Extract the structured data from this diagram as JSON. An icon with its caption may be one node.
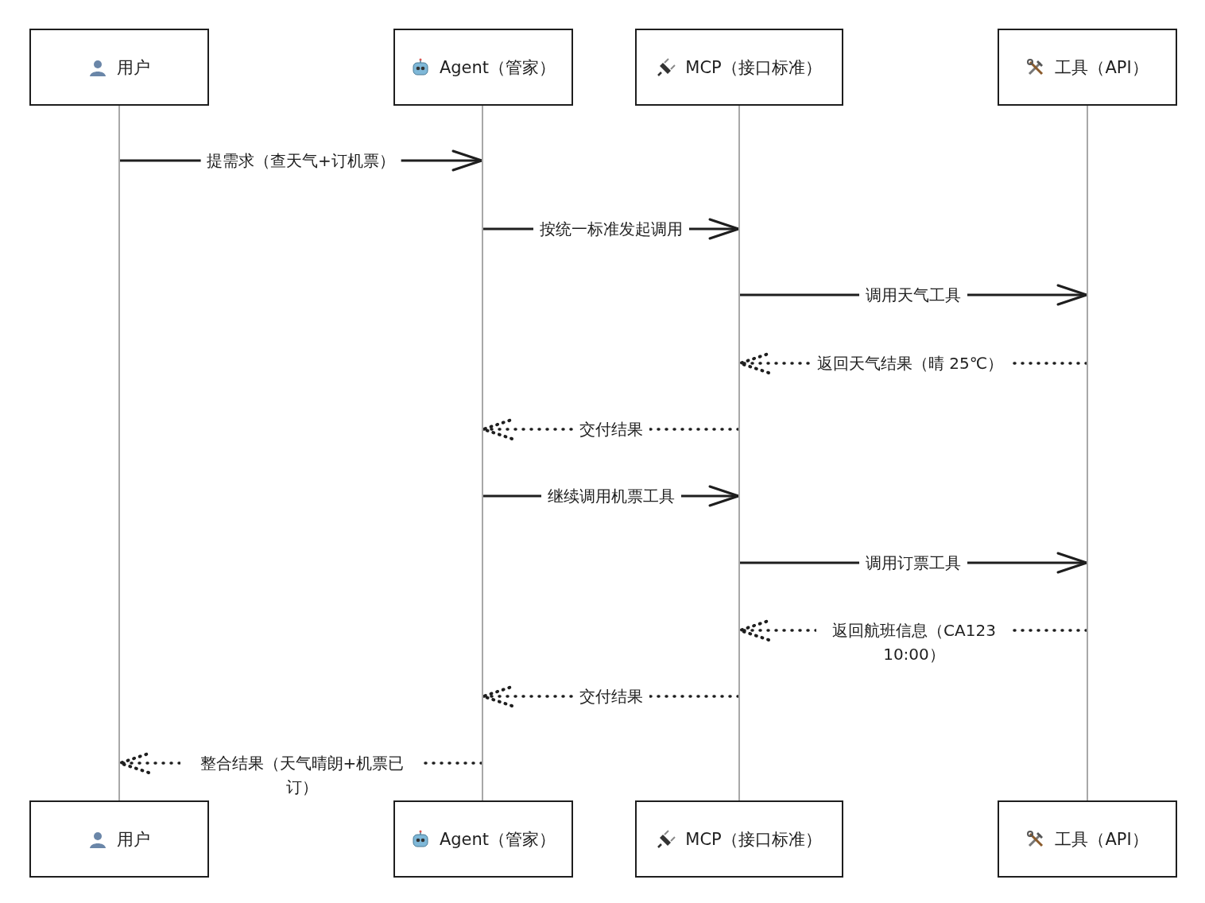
{
  "diagram": {
    "nodes": [
      {
        "text": [
          "用户"
        ]
      },
      {
        "text": [
          "Agent（管家）"
        ]
      },
      {
        "text": [
          "MCP（接口标准）"
        ]
      },
      {
        "text": [
          "工具（API）"
        ]
      },
      {
        "text": [],
        "shape": "bar"
      },
      {
        "text": [],
        "shape": "bar"
      },
      {
        "text": [],
        "shape": "bar"
      },
      {
        "text": [],
        "shape": "bar"
      },
      {
        "text": [
          "用户"
        ]
      },
      {
        "text": [
          "Agent（管家）"
        ]
      },
      {
        "text": [
          "MCP（接口标准）"
        ]
      },
      {
        "text": [
          "工具（API）"
        ]
      }
    ],
    "edges": [
      {
        "from": 4,
        "to": 5,
        "arrow": "to",
        "label": "提需求（查天气+订机票）"
      },
      {
        "from": 5,
        "to": 6,
        "arrow": "to",
        "label": "按统一标准发起调用"
      },
      {
        "from": 6,
        "to": 7,
        "arrow": "to",
        "label": "调用天气工具"
      },
      {
        "from": 7,
        "to": 6,
        "arrow": "to",
        "label": "返回天气结果（晴 25℃）",
        "style": "dashed"
      },
      {
        "from": 6,
        "to": 5,
        "arrow": "to",
        "label": "交付结果",
        "style": "dashed"
      },
      {
        "from": 5,
        "to": 6,
        "arrow": "to",
        "label": "继续调用机票工具"
      },
      {
        "from": 6,
        "to": 7,
        "arrow": "to",
        "label": "调用订票工具"
      },
      {
        "from": 7,
        "to": 6,
        "arrow": "to",
        "label": "返回航班信息（CA123 10:00）",
        "style": "dashed"
      },
      {
        "from": 6,
        "to": 5,
        "arrow": "to",
        "label": "交付结果",
        "style": "dashed"
      },
      {
        "from": 5,
        "to": 4,
        "arrow": "to",
        "label": "整合结果（天气晴朗+机票已订）",
        "style": "dashed"
      }
    ]
  }
}
